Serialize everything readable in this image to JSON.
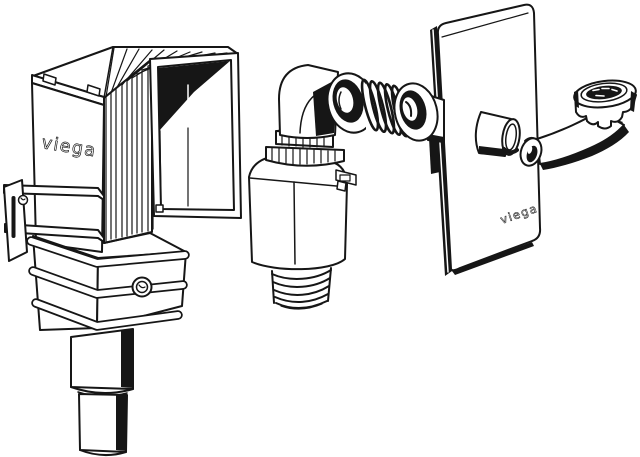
{
  "artwork": {
    "kind": "black-and-white technical product illustration",
    "background_color": "#ffffff",
    "ink_color": "#161616",
    "labels": {
      "box_brand": "viega",
      "plate_brand": "viega"
    },
    "parts": [
      "concealed washing-machine trap box with bellows and wall frame",
      "wall fixing bracket",
      "trap housing with clamp bands and screw",
      "drain connection pipe",
      "trap insert body with threaded outlet",
      "swivel nut and 90-degree inlet elbow",
      "corrugated hose connector",
      "wall cover plate",
      "outlet sleeve",
      "curved outlet bend with coupling nut"
    ]
  }
}
